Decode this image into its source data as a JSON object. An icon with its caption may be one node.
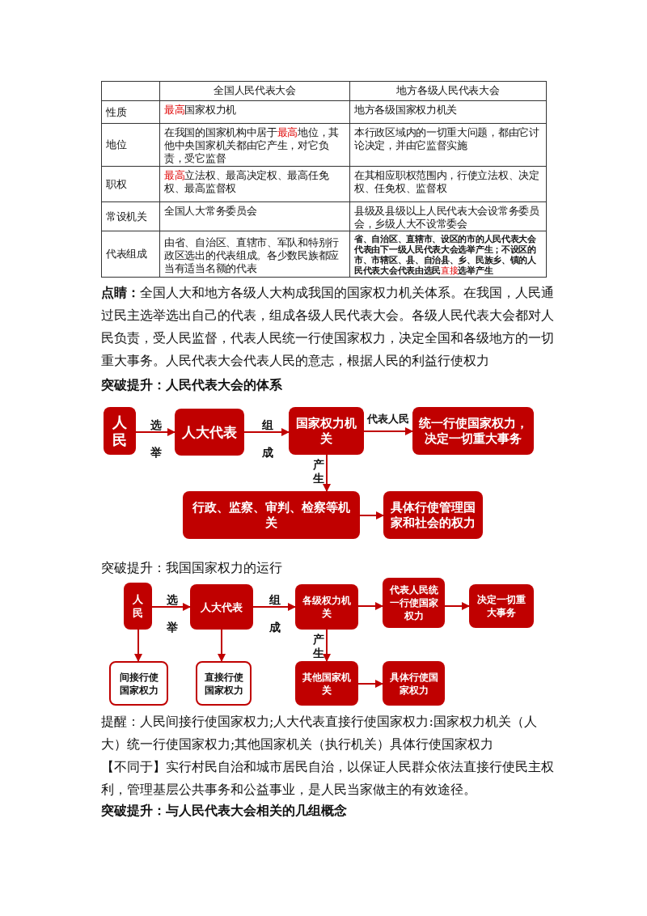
{
  "diagram": {
    "nodes": [
      {
        "text": [
          "人民"
        ]
      },
      {
        "text": [
          "人大代表"
        ]
      },
      {
        "text": [
          "国家权力机关"
        ]
      },
      {
        "text": [
          "统一行使国家权力，决定一切重大事务"
        ]
      },
      {
        "text": [
          "行政、监察、审判、检察等机关"
        ]
      },
      {
        "text": [
          "具体行使管理国家和社会的权力"
        ]
      },
      {
        "text": [
          "人民"
        ]
      },
      {
        "text": [
          "人大代表"
        ]
      },
      {
        "text": [
          "各级权力机关"
        ]
      },
      {
        "text": [
          "代表人民统一行使国家权力"
        ]
      },
      {
        "text": [
          "决定一切重大事务"
        ]
      },
      {
        "text": [
          "间接行使国家权力"
        ]
      },
      {
        "text": [
          "直接行使国家权力"
        ]
      },
      {
        "text": [
          "其他国家机关"
        ]
      },
      {
        "text": [
          "具体行使国家权力"
        ]
      }
    ],
    "edges": [
      {
        "from": 0,
        "to": 1,
        "arrow": "to",
        "label": "选举"
      },
      {
        "from": 1,
        "to": 2,
        "arrow": "to",
        "label": "组成"
      },
      {
        "from": 2,
        "to": 3,
        "arrow": "to",
        "label": "代表人民"
      },
      {
        "from": 2,
        "to": 4,
        "arrow": "to",
        "label": "产生"
      },
      {
        "from": 4,
        "to": 5,
        "arrow": "to"
      },
      {
        "from": 6,
        "to": 7,
        "arrow": "to",
        "label": "选举"
      },
      {
        "from": 7,
        "to": 8,
        "arrow": "to",
        "label": "组成"
      },
      {
        "from": 8,
        "to": 9,
        "arrow": "to"
      },
      {
        "from": 9,
        "to": 10,
        "arrow": "to"
      },
      {
        "from": 6,
        "to": 11,
        "arrow": "to"
      },
      {
        "from": 7,
        "to": 12,
        "arrow": "to"
      },
      {
        "from": 8,
        "to": 13,
        "arrow": "to",
        "label": "产生"
      },
      {
        "from": 13,
        "to": 14,
        "arrow": "to"
      }
    ],
    "labels": [
      "全国人民代表大会",
      "地方各级人民代表大会",
      "性质",
      "**最高**国家权力机",
      "地方各级国家权力机关",
      "地位",
      "在我国的国家机构中居于**最高**地位，其他中央国家机关都由它产生，对它负责，受它监督",
      "本行政区域内的一切重大问题，都由它讨论决定，并由它监督实施",
      "职权",
      "**最高**立法权、最高决定权、最高任免权、最高监督权",
      "在其相应职权范围内，行使立法权、决定权、任免权、监督权",
      "常设机关",
      "全国人大常务委员会",
      "县级及县级以上人民代表大会设常务委员会，乡级人大不设常委会",
      "代表组成",
      "由省、自治区、直辖市、军队和特别行政区选出的代表组成。各少数民族都应当有适当名额的代表",
      "省、自治区、直辖市、设区的市的人民代表大会代表由下一级人民代表大会选举产生；不设区的市、市辖区、县、自治县、乡、民族乡、镇的人民代表大会代表由选民**直接**选举产生",
      "**点睛：**全国人大和地方各级人大构成我国的国家权力机关体系。在我国，人民通过民主选举选出自己的代表，组成各级人民代表大会。各级人民代表大会都对人民负责，受人民监督，代表人民统一行使国家权力，决定全国和各级地方的一切重大事务。人民代表大会代表人民的意志，根据人民的利益行使权力",
      "突破提升：人民代表大会的体系",
      "突破提升：我国国家权力的运行",
      "提醒：人民间接行使国家权力;人大代表直接行使国家权力:国家权力机关（人大）统一行使国家权力;其他国家机关（执行机关）具体行使国家权力",
      "【不同于】实行村民自治和城市居民自治，以保证人民群众依法直接行使民主权利，管理基层公共事务和公益事业，是人民当家做主的有效途径。",
      "突破提升：与人民代表大会相关的几组概念"
    ]
  }
}
